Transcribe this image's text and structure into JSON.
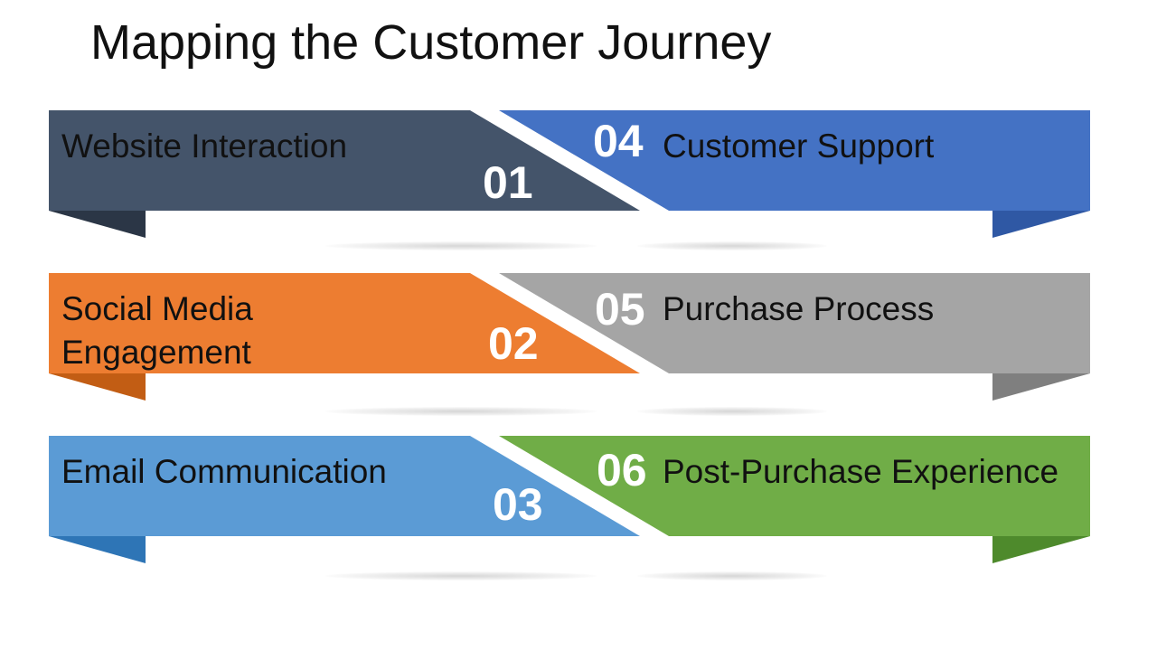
{
  "title": "Mapping the Customer Journey",
  "rows": [
    {
      "left": {
        "number": "01",
        "label": "Website Interaction",
        "color": "#44546A",
        "fold_color": "#2B3646"
      },
      "right": {
        "number": "04",
        "label": "Customer Support",
        "color": "#4472C4",
        "fold_color": "#2F58A4"
      }
    },
    {
      "left": {
        "number": "02",
        "label": "Social Media Engagement",
        "color": "#ED7D31",
        "fold_color": "#C25D14"
      },
      "right": {
        "number": "05",
        "label": "Purchase Process",
        "color": "#A5A5A5",
        "fold_color": "#7F7F7F"
      }
    },
    {
      "left": {
        "number": "03",
        "label": "Email Communication",
        "color": "#5B9BD5",
        "fold_color": "#2E75B6"
      },
      "right": {
        "number": "06",
        "label": "Post-Purchase Experience",
        "color": "#70AD47",
        "fold_color": "#4E8A2C"
      }
    }
  ]
}
